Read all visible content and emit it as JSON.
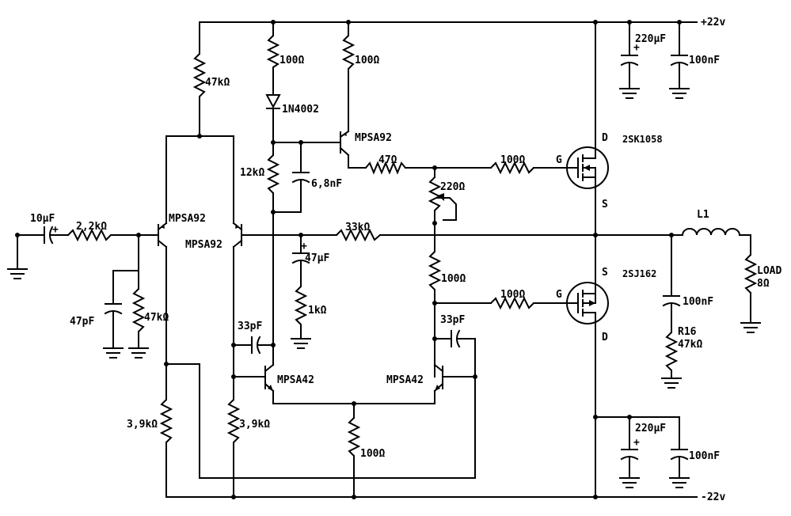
{
  "supply": {
    "positive": "+22v",
    "negative": "-22v"
  },
  "input": {
    "cap": "10µF",
    "cap_polarity": "+",
    "resistor": "2,2kΩ",
    "shunt_cap": "47pF",
    "shunt_res": "47kΩ"
  },
  "diff_pair": {
    "q_left": "MPSA92",
    "q_right": "MPSA92",
    "tail_res": "47kΩ",
    "load_left": "3,9kΩ",
    "load_right": "3,9kΩ"
  },
  "vas": {
    "r_top_left": "100Ω",
    "r_top_right": "100Ω",
    "diode": "1N4002",
    "q_driver": "MPSA92",
    "r_bias": "12kΩ",
    "c_bias": "6,8nF",
    "r_base": "47Ω",
    "pot": "220Ω",
    "r_mid": "100Ω",
    "q_low_left": "MPSA42",
    "q_low_right": "MPSA42",
    "c_comp_left": "33pF",
    "c_comp_right": "33pF",
    "r_tail_low": "100Ω"
  },
  "feedback": {
    "res": "33kΩ",
    "cap": "47µF",
    "cap_polarity": "+",
    "res_ground": "1kΩ"
  },
  "output": {
    "gate_res_top": "100Ω",
    "gate_res_bottom": "100Ω",
    "mosfet_top": "2SK1058",
    "mosfet_bottom": "2SJ162",
    "pins": {
      "d": "D",
      "g": "G",
      "s": "S"
    },
    "inductor": "L1",
    "zobel_cap": "100nF",
    "zobel_res_name": "R16",
    "zobel_res": "47kΩ",
    "load_name": "LOAD",
    "load_value": "8Ω"
  },
  "decoupling": {
    "top_elec": "220µF",
    "top_film": "100nF",
    "top_polarity": "+",
    "bottom_elec": "220µF",
    "bottom_film": "100nF",
    "bottom_polarity": "+"
  }
}
